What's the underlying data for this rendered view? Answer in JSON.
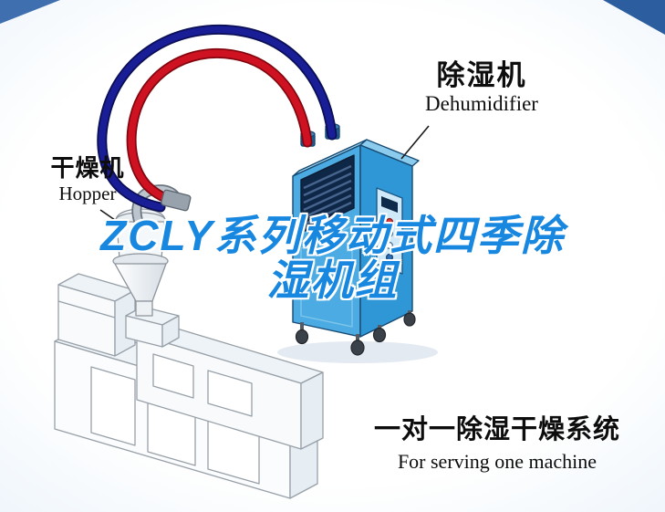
{
  "watermark": {
    "line1": "ZCLY系列移动式四季除",
    "line2": "湿机组",
    "color": "#1787e0"
  },
  "labels": {
    "dehumidifier": {
      "cn": "除湿机",
      "en": "Dehumidifier"
    },
    "hopper": {
      "cn": "干燥机",
      "en": "Hopper"
    },
    "system": {
      "cn": "一对一除湿干燥系统",
      "en": "For serving one machine"
    }
  },
  "colors": {
    "pipe_red": "#cf1222",
    "pipe_blue": "#191d96",
    "cabinet_front": "#4babe2",
    "cabinet_side": "#2f97d5",
    "cabinet_top_left": "#a6daf4",
    "cabinet_top_right": "#8bccee",
    "vent_dark": "#0f2746",
    "machine_stroke": "#97a0a8",
    "label_text": "#0d0d0d",
    "background_edge": "#e2eef9",
    "corner_blue": "#3f6fae"
  },
  "illustration": {
    "components": [
      "dehumidifier-cabinet",
      "extruder-machine",
      "hopper-dryer",
      "blue-air-hose",
      "red-air-hose"
    ]
  }
}
